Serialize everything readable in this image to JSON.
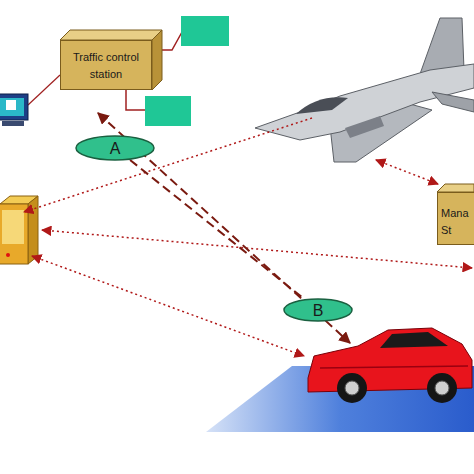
{
  "diagram": {
    "nodes": [
      {
        "text": [
          "Traffic control station"
        ]
      },
      {
        "text": [
          "A"
        ]
      },
      {
        "text": [
          "B"
        ]
      },
      {
        "text": [
          "Mana St"
        ]
      }
    ],
    "edges": [
      {
        "from": 1,
        "to": 2,
        "arrow": "none"
      }
    ]
  }
}
